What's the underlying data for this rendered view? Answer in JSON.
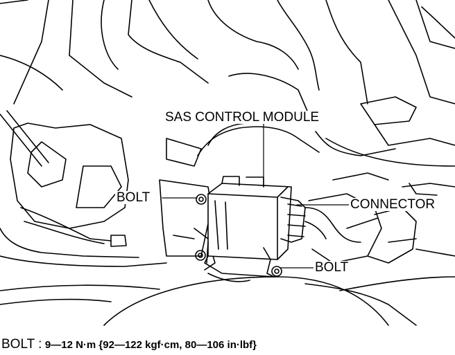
{
  "labels": {
    "module": "SAS CONTROL MODULE",
    "bolt_upper": "BOLT",
    "connector": "CONNECTOR",
    "bolt_lower": "BOLT"
  },
  "spec": {
    "key": "BOLT :",
    "value": "9—12 N·m {92—122 kgf·cm, 80—106 in·lbf}"
  }
}
